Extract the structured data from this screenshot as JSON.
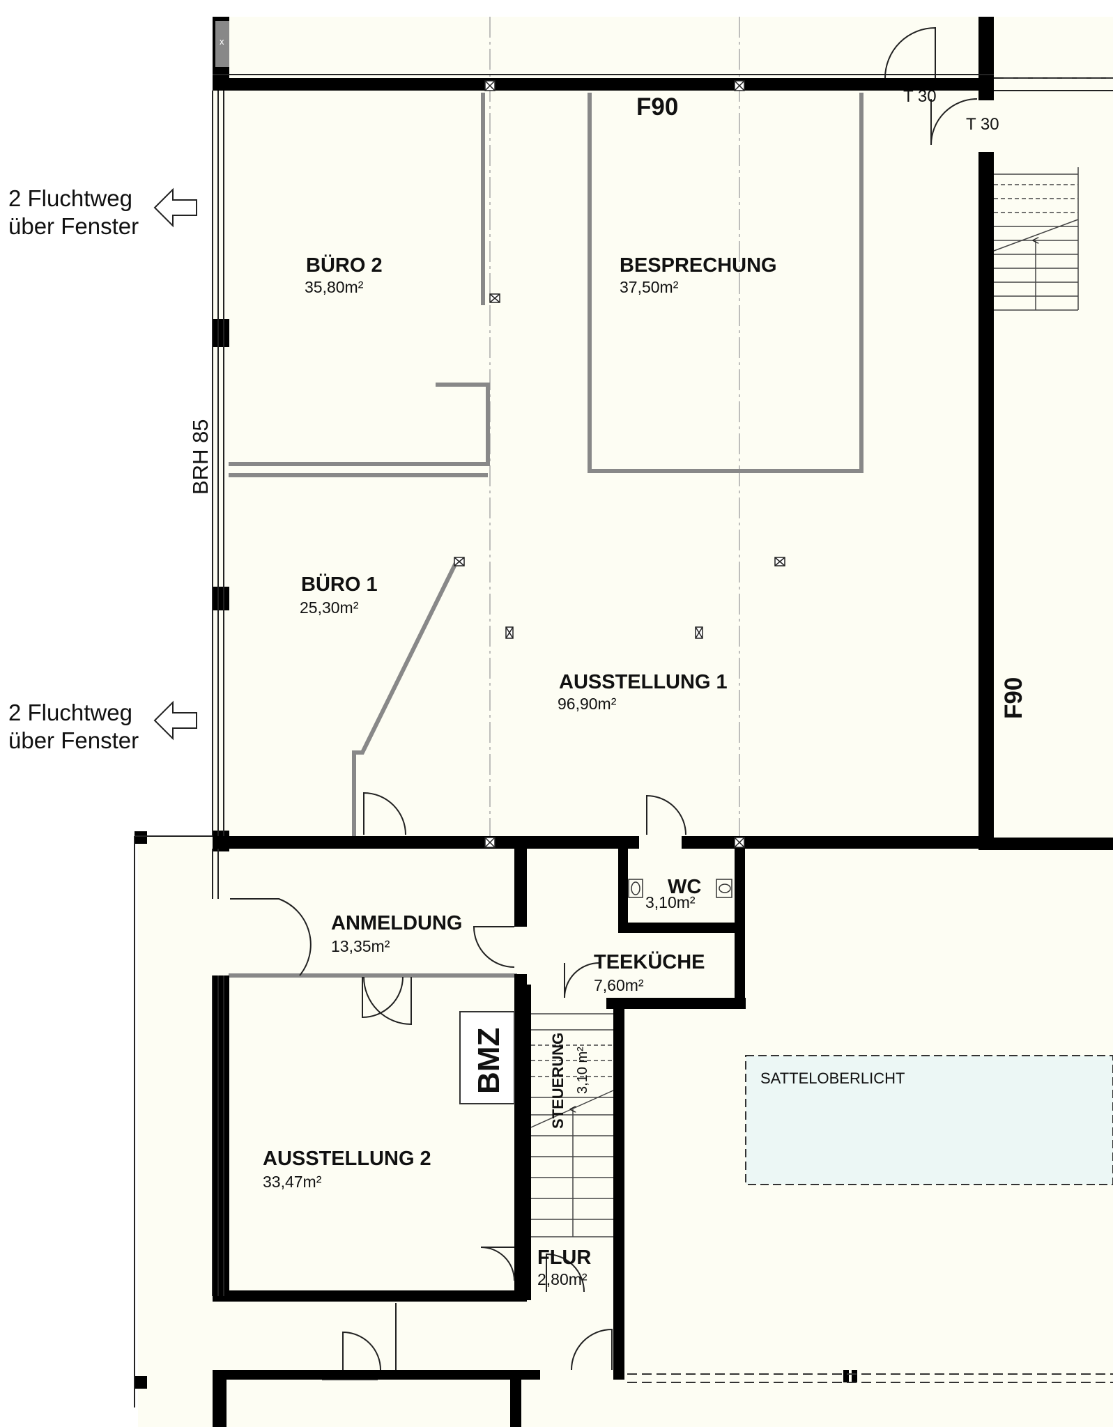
{
  "floor_plan": {
    "rooms": {
      "buero2": {
        "name": "BÜRO 2",
        "area": "35,80m²"
      },
      "besprechung": {
        "name": "BESPRECHUNG",
        "area": "37,50m²"
      },
      "buero1": {
        "name": "BÜRO 1",
        "area": "25,30m²"
      },
      "ausstellung1": {
        "name": "AUSSTELLUNG 1",
        "area": "96,90m²"
      },
      "anmeldung": {
        "name": "ANMELDUNG",
        "area": "13,35m²"
      },
      "wc": {
        "name": "WC",
        "area": "3,10m²"
      },
      "teekueche": {
        "name": "TEEKÜCHE",
        "area": "7,60m²"
      },
      "ausstellung2": {
        "name": "AUSSTELLUNG 2",
        "area": "33,47m²"
      },
      "steuerung": {
        "name": "STEUERUNG",
        "area": "3,10 m²"
      },
      "flur": {
        "name": "FLUR",
        "area": "2,80m²"
      }
    },
    "escape_routes": [
      {
        "line1": "2 Fluchtweg",
        "line2": "über Fenster"
      },
      {
        "line1": "2 Fluchtweg",
        "line2": "über Fenster"
      }
    ],
    "fire_rating_top": "F90",
    "fire_rating_right": "F90",
    "door_rating_1": "T 30",
    "door_rating_2": "T 30",
    "parapet_height": "BRH 85",
    "bmz_label": "BMZ",
    "skylight_label": "SATTELOBERLICHT",
    "corner_mark": "x",
    "colors": {
      "floor": "#fdfdf3",
      "wall": "#000000",
      "skylight": "#ecf7f5"
    }
  }
}
